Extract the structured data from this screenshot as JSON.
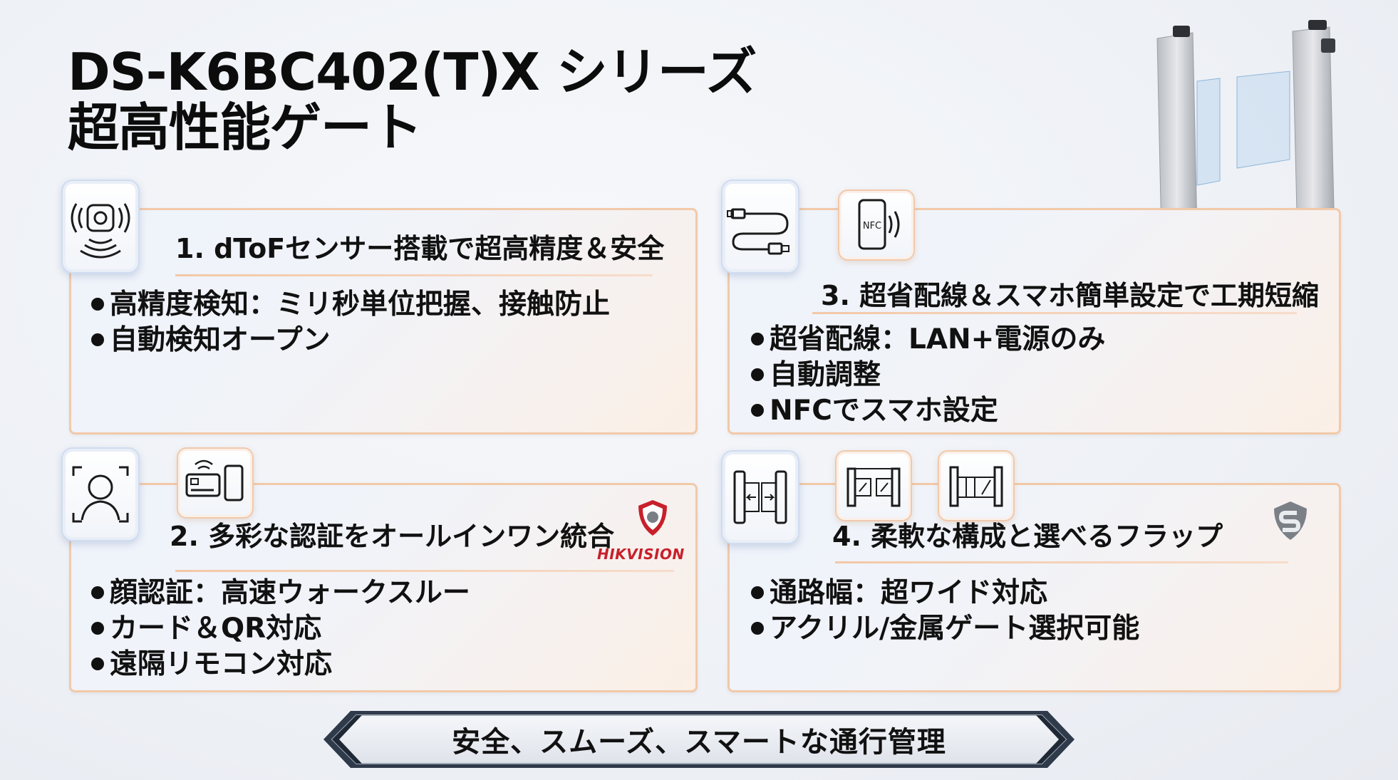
{
  "title": {
    "line1": "DS-K6BC402(T)X シリーズ",
    "line2": "超高性能ゲート"
  },
  "sections": [
    {
      "heading": "1. dToFセンサー搭載で超高精度＆安全",
      "bullets": [
        "高精度検知：ミリ秒単位把握、接触防止",
        "自動検知オープン"
      ],
      "icons": [
        "dtof-sensor-icon"
      ]
    },
    {
      "heading": "3. 超省配線＆スマホ簡単設定で工期短縮",
      "bullets": [
        "超省配線：LAN+電源のみ",
        "自動調整",
        "NFCでスマホ設定"
      ],
      "icons": [
        "cable-icon",
        "nfc-phone-icon"
      ],
      "nfc_label": "NFC"
    },
    {
      "heading": "2. 多彩な認証をオールインワン統合",
      "bullets": [
        "顔認証：高速ウォークスルー",
        "カード＆QR対応",
        "遠隔リモコン対応"
      ],
      "icons": [
        "face-recognition-icon",
        "card-phone-icon"
      ]
    },
    {
      "heading": "4. 柔軟な構成と選べるフラップ",
      "bullets": [
        "通路幅：超ワイド対応",
        "アクリル/金属ゲート選択可能"
      ],
      "icons": [
        "gate-passage-icon",
        "acrylic-flap-icon",
        "metal-flap-icon"
      ]
    }
  ],
  "logos": {
    "hikvision": "HIKVISION"
  },
  "banner": {
    "text": "安全、スムーズ、スマートな通行管理"
  },
  "colors": {
    "accent_border": "#f2c9a9",
    "icon_blue": "#cfdcf0",
    "brand_red": "#c8202b"
  }
}
